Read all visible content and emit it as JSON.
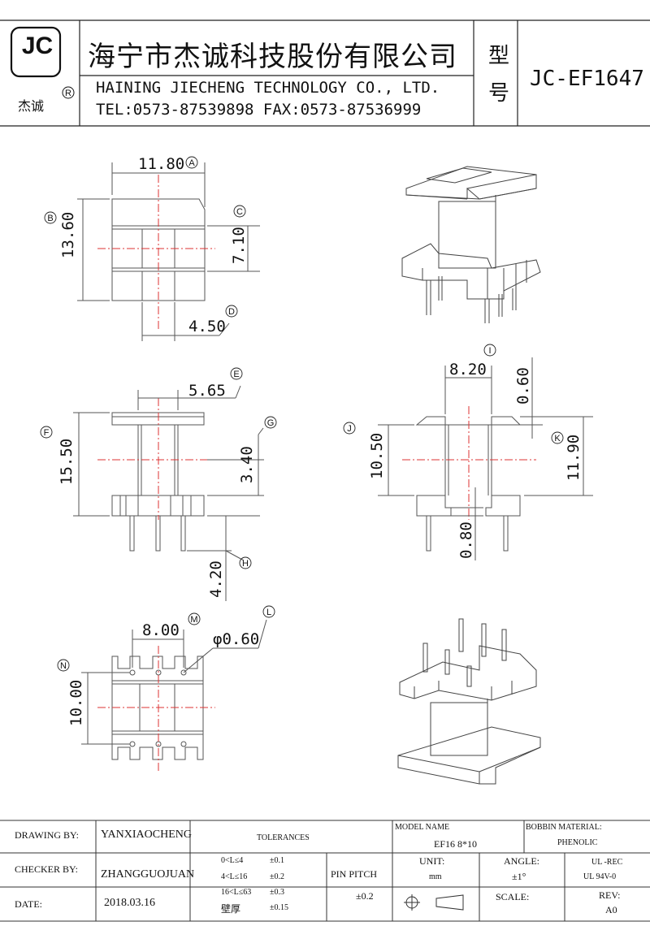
{
  "header": {
    "logo": "JC",
    "logo_sub": "杰诚",
    "registered_mark": "R",
    "company_cn": "海宁市杰诚科技股份有限公司",
    "company_en": "HAINING JIECHENG TECHNOLOGY CO., LTD.",
    "contact": "TEL:0573-87539898   FAX:0573-87536999",
    "type_label_1": "型",
    "type_label_2": "号",
    "model": "JC-EF1647"
  },
  "dimensions": {
    "A": "11.80",
    "B": "13.60",
    "C": "7.10",
    "D": "4.50",
    "E": "5.65",
    "F": "15.50",
    "G": "3.40",
    "H": "4.20",
    "I": "8.20",
    "I2": "0.60",
    "J": "10.50",
    "K": "11.90",
    "K2": "0.80",
    "M": "8.00",
    "L": "φ0.60",
    "N": "10.00"
  },
  "markers": {
    "A": "A",
    "B": "B",
    "C": "C",
    "D": "D",
    "E": "E",
    "F": "F",
    "G": "G",
    "H": "H",
    "I": "I",
    "J": "J",
    "K": "K",
    "L": "L",
    "M": "M",
    "N": "N"
  },
  "title_block": {
    "drawing_by_label": "DRAWING  BY:",
    "drawing_by": "YANXIAOCHENG",
    "checker_by_label": "CHECKER  BY:",
    "checker_by": "ZHANGGUOJUAN",
    "date_label": "DATE:",
    "date": "2018.03.16",
    "tolerances_label": "TOLERANCES",
    "tol_rows": [
      {
        "range": "0<L≤4",
        "value": "±0.1"
      },
      {
        "range": "4<L≤16",
        "value": "±0.2"
      },
      {
        "range": "16<L≤63",
        "value": "±0.3"
      },
      {
        "range": "壁厚",
        "value": "±0.15"
      }
    ],
    "pin_pitch_label": "PIN PITCH",
    "pin_pitch_value": "±0.2",
    "model_name_label": "MODEL NAME",
    "model_name": "EF16  8*10",
    "bobbin_material_label": "BOBBIN MATERIAL:",
    "bobbin_material": "PHENOLIC",
    "unit_label": "UNIT:",
    "unit": "mm",
    "angle_label": "ANGLE:",
    "angle": "±1°",
    "ul_1": "UL -REC",
    "ul_2": "UL  94V-0",
    "scale_label": "SCALE:",
    "rev_label": "REV:",
    "rev": "A0"
  }
}
